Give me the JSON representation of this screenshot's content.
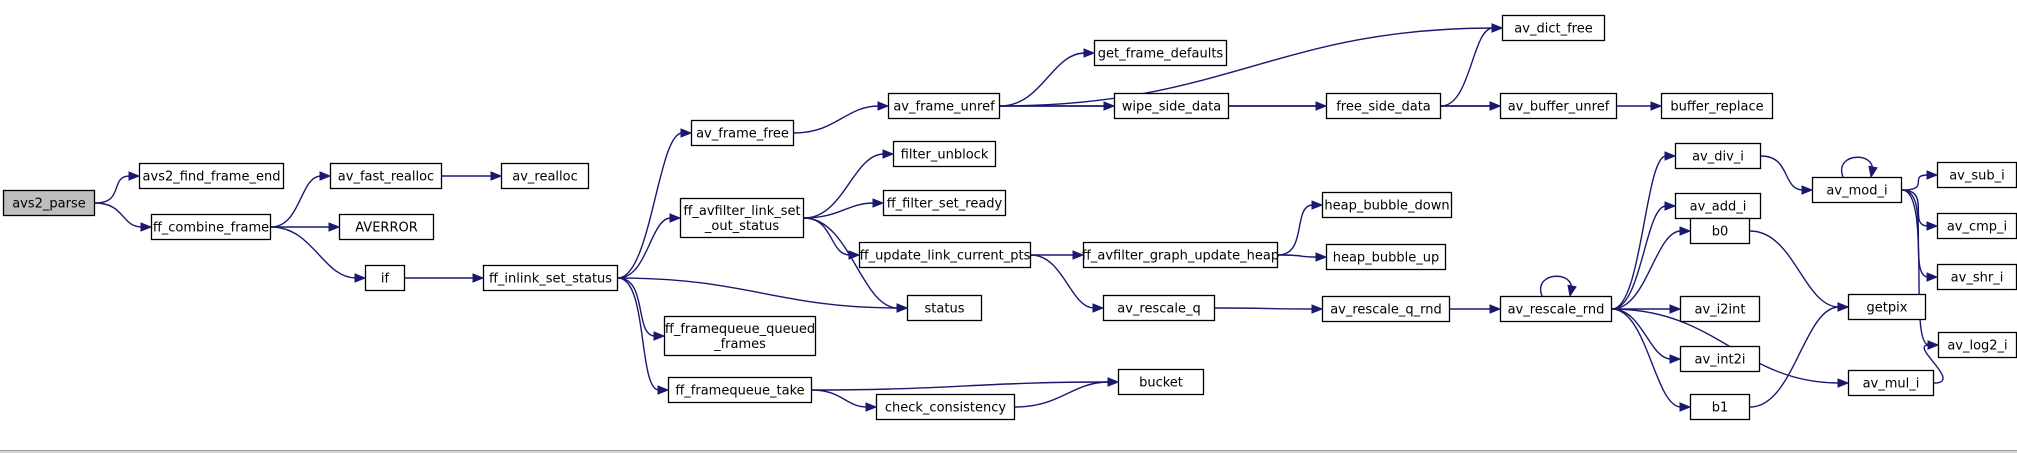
{
  "diagram": {
    "root": "avs2_parse",
    "nodes": [
      {
        "id": "avs2_parse",
        "lines": [
          "avs2_parse"
        ]
      },
      {
        "id": "avs2_find_frame_end",
        "lines": [
          "avs2_find_frame_end"
        ]
      },
      {
        "id": "ff_combine_frame",
        "lines": [
          "ff_combine_frame"
        ]
      },
      {
        "id": "av_fast_realloc",
        "lines": [
          "av_fast_realloc"
        ]
      },
      {
        "id": "av_realloc",
        "lines": [
          "av_realloc"
        ]
      },
      {
        "id": "AVERROR",
        "lines": [
          "AVERROR"
        ]
      },
      {
        "id": "if",
        "lines": [
          "if"
        ]
      },
      {
        "id": "ff_inlink_set_status",
        "lines": [
          "ff_inlink_set_status"
        ]
      },
      {
        "id": "av_frame_free",
        "lines": [
          "av_frame_free"
        ]
      },
      {
        "id": "ff_avfilter_link_set_out_status",
        "lines": [
          "ff_avfilter_link_set",
          "_out_status"
        ]
      },
      {
        "id": "ff_framequeue_queued_frames",
        "lines": [
          "ff_framequeue_queued",
          "_frames"
        ]
      },
      {
        "id": "ff_framequeue_take",
        "lines": [
          "ff_framequeue_take"
        ]
      },
      {
        "id": "av_frame_unref",
        "lines": [
          "av_frame_unref"
        ]
      },
      {
        "id": "filter_unblock",
        "lines": [
          "filter_unblock"
        ]
      },
      {
        "id": "ff_filter_set_ready",
        "lines": [
          "ff_filter_set_ready"
        ]
      },
      {
        "id": "ff_update_link_current_pts",
        "lines": [
          "ff_update_link_current_pts"
        ]
      },
      {
        "id": "status",
        "lines": [
          "status"
        ]
      },
      {
        "id": "check_consistency",
        "lines": [
          "check_consistency"
        ]
      },
      {
        "id": "bucket",
        "lines": [
          "bucket"
        ]
      },
      {
        "id": "get_frame_defaults",
        "lines": [
          "get_frame_defaults"
        ]
      },
      {
        "id": "wipe_side_data",
        "lines": [
          "wipe_side_data"
        ]
      },
      {
        "id": "ff_avfilter_graph_update_heap",
        "lines": [
          "ff_avfilter_graph_update_heap"
        ]
      },
      {
        "id": "av_rescale_q",
        "lines": [
          "av_rescale_q"
        ]
      },
      {
        "id": "av_dict_free",
        "lines": [
          "av_dict_free"
        ]
      },
      {
        "id": "free_side_data",
        "lines": [
          "free_side_data"
        ]
      },
      {
        "id": "heap_bubble_down",
        "lines": [
          "heap_bubble_down"
        ]
      },
      {
        "id": "heap_bubble_up",
        "lines": [
          "heap_bubble_up"
        ]
      },
      {
        "id": "av_rescale_q_rnd",
        "lines": [
          "av_rescale_q_rnd"
        ]
      },
      {
        "id": "av_buffer_unref",
        "lines": [
          "av_buffer_unref"
        ]
      },
      {
        "id": "buffer_replace",
        "lines": [
          "buffer_replace"
        ]
      },
      {
        "id": "av_rescale_rnd",
        "lines": [
          "av_rescale_rnd"
        ]
      },
      {
        "id": "av_div_i",
        "lines": [
          "av_div_i"
        ]
      },
      {
        "id": "av_add_i",
        "lines": [
          "av_add_i"
        ]
      },
      {
        "id": "b0",
        "lines": [
          "b0"
        ]
      },
      {
        "id": "av_i2int",
        "lines": [
          "av_i2int"
        ]
      },
      {
        "id": "av_int2i",
        "lines": [
          "av_int2i"
        ]
      },
      {
        "id": "b1",
        "lines": [
          "b1"
        ]
      },
      {
        "id": "av_mul_i",
        "lines": [
          "av_mul_i"
        ]
      },
      {
        "id": "getpix",
        "lines": [
          "getpix"
        ]
      },
      {
        "id": "av_mod_i",
        "lines": [
          "av_mod_i"
        ]
      },
      {
        "id": "av_sub_i",
        "lines": [
          "av_sub_i"
        ]
      },
      {
        "id": "av_cmp_i",
        "lines": [
          "av_cmp_i"
        ]
      },
      {
        "id": "av_shr_i",
        "lines": [
          "av_shr_i"
        ]
      },
      {
        "id": "av_log2_i",
        "lines": [
          "av_log2_i"
        ]
      }
    ],
    "edges": [
      [
        "avs2_parse",
        "avs2_find_frame_end"
      ],
      [
        "avs2_parse",
        "ff_combine_frame"
      ],
      [
        "ff_combine_frame",
        "av_fast_realloc"
      ],
      [
        "ff_combine_frame",
        "AVERROR"
      ],
      [
        "ff_combine_frame",
        "if"
      ],
      [
        "av_fast_realloc",
        "av_realloc"
      ],
      [
        "if",
        "ff_inlink_set_status"
      ],
      [
        "ff_inlink_set_status",
        "av_frame_free"
      ],
      [
        "ff_inlink_set_status",
        "ff_avfilter_link_set_out_status"
      ],
      [
        "ff_inlink_set_status",
        "status"
      ],
      [
        "ff_inlink_set_status",
        "ff_framequeue_queued_frames"
      ],
      [
        "ff_inlink_set_status",
        "ff_framequeue_take"
      ],
      [
        "av_frame_free",
        "av_frame_unref"
      ],
      [
        "ff_avfilter_link_set_out_status",
        "filter_unblock"
      ],
      [
        "ff_avfilter_link_set_out_status",
        "ff_filter_set_ready"
      ],
      [
        "ff_avfilter_link_set_out_status",
        "ff_update_link_current_pts"
      ],
      [
        "ff_avfilter_link_set_out_status",
        "status"
      ],
      [
        "ff_framequeue_take",
        "bucket"
      ],
      [
        "ff_framequeue_take",
        "check_consistency"
      ],
      [
        "check_consistency",
        "bucket"
      ],
      [
        "av_frame_unref",
        "av_dict_free"
      ],
      [
        "av_frame_unref",
        "get_frame_defaults"
      ],
      [
        "av_frame_unref",
        "wipe_side_data"
      ],
      [
        "av_frame_unref",
        "av_buffer_unref"
      ],
      [
        "wipe_side_data",
        "free_side_data"
      ],
      [
        "free_side_data",
        "av_dict_free"
      ],
      [
        "free_side_data",
        "av_buffer_unref"
      ],
      [
        "av_buffer_unref",
        "buffer_replace"
      ],
      [
        "ff_update_link_current_pts",
        "ff_avfilter_graph_update_heap"
      ],
      [
        "ff_update_link_current_pts",
        "av_rescale_q"
      ],
      [
        "ff_avfilter_graph_update_heap",
        "heap_bubble_down"
      ],
      [
        "ff_avfilter_graph_update_heap",
        "heap_bubble_up"
      ],
      [
        "av_rescale_q",
        "av_rescale_q_rnd"
      ],
      [
        "av_rescale_q_rnd",
        "av_rescale_rnd"
      ],
      [
        "av_rescale_rnd",
        "av_rescale_rnd"
      ],
      [
        "av_rescale_rnd",
        "av_div_i"
      ],
      [
        "av_rescale_rnd",
        "av_add_i"
      ],
      [
        "av_rescale_rnd",
        "b0"
      ],
      [
        "av_rescale_rnd",
        "av_i2int"
      ],
      [
        "av_rescale_rnd",
        "av_int2i"
      ],
      [
        "av_rescale_rnd",
        "b1"
      ],
      [
        "av_rescale_rnd",
        "av_mul_i"
      ],
      [
        "av_div_i",
        "av_mod_i"
      ],
      [
        "b0",
        "getpix"
      ],
      [
        "b1",
        "getpix"
      ],
      [
        "av_mul_i",
        "av_log2_i"
      ],
      [
        "av_mod_i",
        "av_mod_i"
      ],
      [
        "av_mod_i",
        "av_sub_i"
      ],
      [
        "av_mod_i",
        "av_cmp_i"
      ],
      [
        "av_mod_i",
        "av_shr_i"
      ],
      [
        "av_mod_i",
        "av_log2_i"
      ]
    ]
  }
}
